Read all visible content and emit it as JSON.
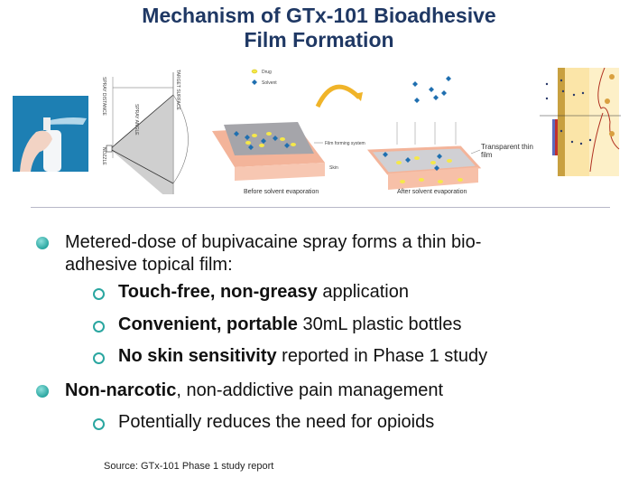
{
  "title": {
    "line1": "Mechanism of GTx-101 Bioadhesive",
    "line2": "Film Formation"
  },
  "figures": {
    "spray_diagram": {
      "spray_distance": "SPRAY DISTANCE",
      "spray_angle": "SPRAY ANGLE",
      "nozzle": "NOZZLE",
      "target_surface": "TARGET SURFACE"
    },
    "film_diagram": {
      "legend_drug": "Drug",
      "legend_solvent": "Solvent",
      "film_forming_system": "Film forming system",
      "skin": "Skin",
      "transparent_film": "Transparent thin film",
      "before_caption": "Before solvent evaporation",
      "after_caption": "After solvent evaporation"
    },
    "colors": {
      "skin": "#f3b49a",
      "film": "#c8c8cc",
      "drug": "#f5e84a",
      "solvent": "#1f6fb0",
      "arrow": "#f0b429"
    }
  },
  "bullets": [
    {
      "line1": "Metered-dose of bupivacaine spray forms a thin bio-",
      "line2": "adhesive topical film:",
      "sub": [
        {
          "bold": "Touch-free, non-greasy",
          "rest": " application"
        },
        {
          "bold": "Convenient, portable",
          "rest": " 30mL plastic bottles"
        },
        {
          "bold": "No skin sensitivity",
          "rest": " reported in Phase 1 study"
        }
      ]
    },
    {
      "bold": "Non-narcotic",
      "rest": ", non-addictive pain management",
      "sub": [
        {
          "text": "Potentially reduces the need for opioids"
        }
      ]
    }
  ],
  "source": "Source: GTx-101 Phase 1 study report"
}
